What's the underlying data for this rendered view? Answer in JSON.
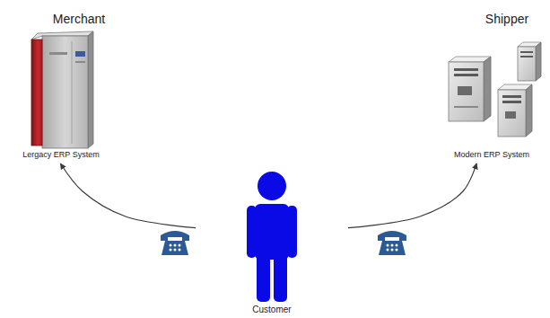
{
  "diagram": {
    "nodes": [
      {
        "text": [
          "Merchant",
          "Lergacy ERP System"
        ]
      },
      {
        "text": [
          "Shipper",
          "Modern ERP System"
        ]
      },
      {
        "text": [
          "Customer"
        ]
      }
    ],
    "edges": [
      {
        "from": 2,
        "to": 0,
        "arrow": "to"
      },
      {
        "from": 2,
        "to": 1,
        "arrow": "to"
      }
    ]
  }
}
